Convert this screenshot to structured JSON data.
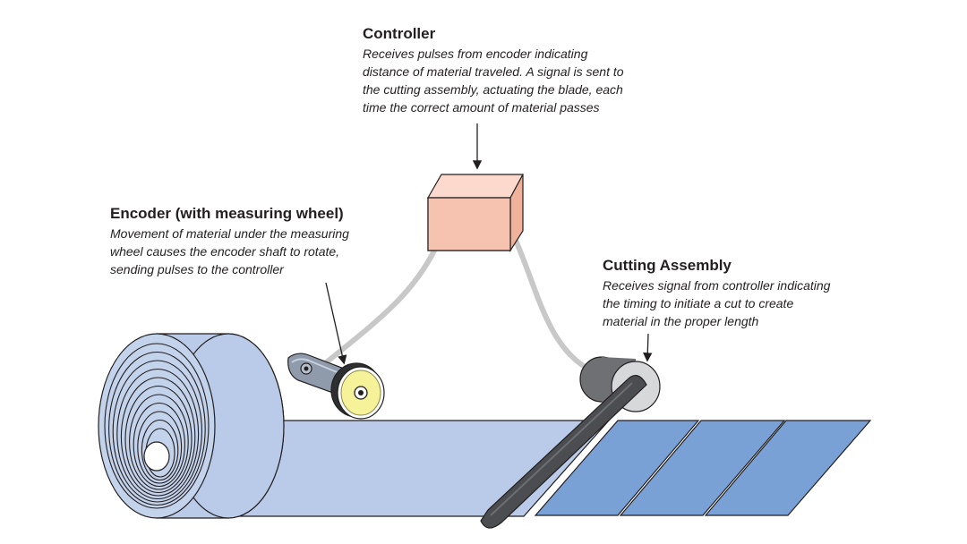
{
  "controller": {
    "title": "Controller",
    "lines": [
      "Receives pulses from encoder indicating",
      "distance of material traveled.  A signal is sent to",
      "the cutting assembly, actuating the blade, each",
      "time the correct amount of material passes"
    ]
  },
  "encoder": {
    "title": "Encoder (with measuring wheel)",
    "lines": [
      "Movement of material under the measuring",
      "wheel causes the encoder shaft to rotate,",
      "sending pulses to the controller"
    ]
  },
  "cutting_assembly": {
    "title": "Cutting Assembly",
    "lines": [
      "Receives signal from controller indicating",
      "the timing to initiate a cut to create",
      "material in the proper length"
    ]
  },
  "colors": {
    "roll": "#b9cbe8",
    "cut_sheets": "#7aa1d6",
    "controller_box": "#f7c3b1",
    "cable": "#c8c8c8",
    "blade": "#4b4d50",
    "wheel": "#f6f29a",
    "arm": "#8f9bab"
  }
}
